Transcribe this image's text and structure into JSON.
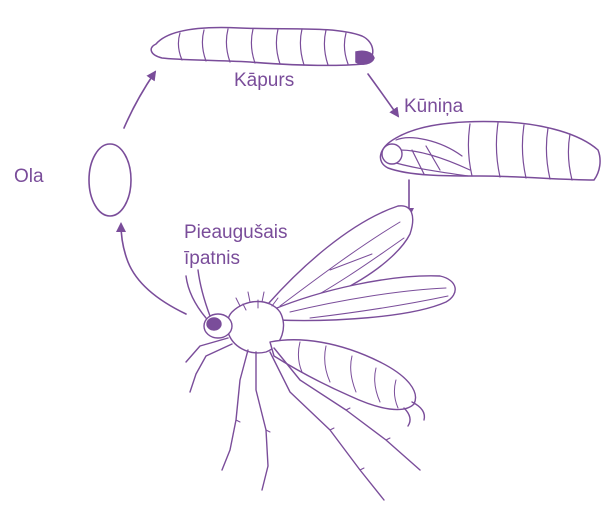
{
  "colors": {
    "accent": "#7a4d9a",
    "line": "#7a4d9a"
  },
  "stages": {
    "egg": "Ola",
    "larva": "Kāpurs",
    "pupa": "Kūniņa",
    "adult_line1": "Pieaugušais",
    "adult_line2": "īpatnis"
  }
}
